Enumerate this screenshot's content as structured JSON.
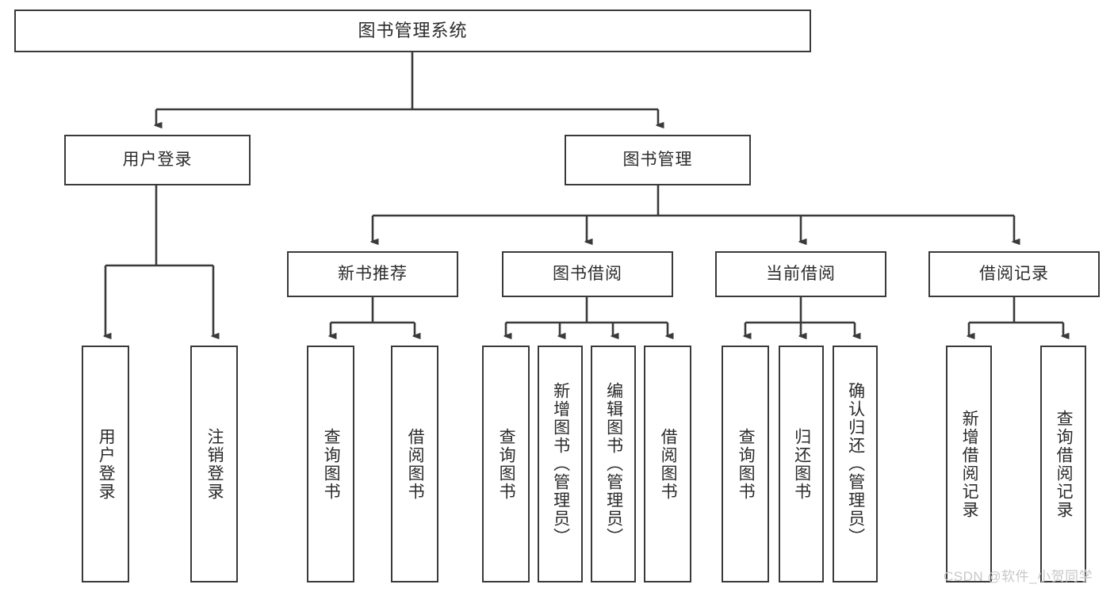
{
  "diagram": {
    "title": "图书管理系统",
    "type": "hierarchy-tree",
    "watermark": "CSDN @软件_小贺同学",
    "colors": {
      "box_border": "#3a3a3a",
      "box_fill": "#ffffff",
      "connector": "#3a3a3a",
      "text": "#2b2b2b",
      "watermark": "#c8c8c8",
      "background": "#ffffff"
    },
    "nodes": {
      "root": {
        "label": "图书管理系统"
      },
      "level2": [
        {
          "id": "user-login",
          "label": "用户登录"
        },
        {
          "id": "book-management",
          "label": "图书管理"
        }
      ],
      "level3": [
        {
          "id": "new-book-recommend",
          "label": "新书推荐"
        },
        {
          "id": "book-borrow",
          "label": "图书借阅"
        },
        {
          "id": "current-borrow",
          "label": "当前借阅"
        },
        {
          "id": "borrow-record",
          "label": "借阅记录"
        }
      ],
      "leaves": {
        "user_login": [
          {
            "id": "leaf-user-login",
            "label": "用户登录"
          },
          {
            "id": "leaf-logout-login",
            "label": "注销登录"
          }
        ],
        "new_book_recommend": [
          {
            "id": "leaf-query-book-1",
            "label": "查询图书"
          },
          {
            "id": "leaf-borrow-book-1",
            "label": "借阅图书"
          }
        ],
        "book_borrow": [
          {
            "id": "leaf-query-book-2",
            "label": "查询图书"
          },
          {
            "id": "leaf-add-book",
            "label": "新增图书（管理员）"
          },
          {
            "id": "leaf-edit-book",
            "label": "编辑图书（管理员）"
          },
          {
            "id": "leaf-borrow-book-2",
            "label": "借阅图书"
          }
        ],
        "current_borrow": [
          {
            "id": "leaf-query-book-3",
            "label": "查询图书"
          },
          {
            "id": "leaf-return-book",
            "label": "归还图书"
          },
          {
            "id": "leaf-confirm-return",
            "label": "确认归还（管理员）"
          }
        ],
        "borrow_record": [
          {
            "id": "leaf-add-record",
            "label": "新增借阅记录"
          },
          {
            "id": "leaf-query-record",
            "label": "查询借阅记录"
          }
        ]
      }
    }
  }
}
